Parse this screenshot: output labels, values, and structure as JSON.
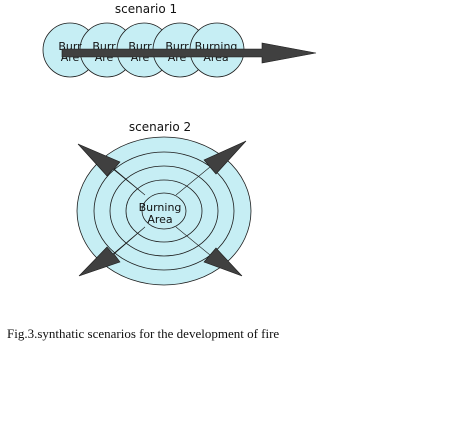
{
  "scenario1": {
    "title": "scenario 1",
    "circle_labels": [
      {
        "line1": "Burr",
        "line2": "Are"
      },
      {
        "line1": "Burr",
        "line2": "Are"
      },
      {
        "line1": "Burr",
        "line2": "Are"
      },
      {
        "line1": "Burr",
        "line2": "Are"
      },
      {
        "line1": "Burning",
        "line2": "Area"
      }
    ]
  },
  "scenario2": {
    "title": "scenario 2",
    "center_label": {
      "line1": "Burning",
      "line2": "Area"
    }
  },
  "caption": "Fig.3.synthatic scenarios for the development of fire",
  "colors": {
    "fill": "#c6eef4",
    "stroke": "#1c1c1c",
    "arrow": "#404040"
  }
}
